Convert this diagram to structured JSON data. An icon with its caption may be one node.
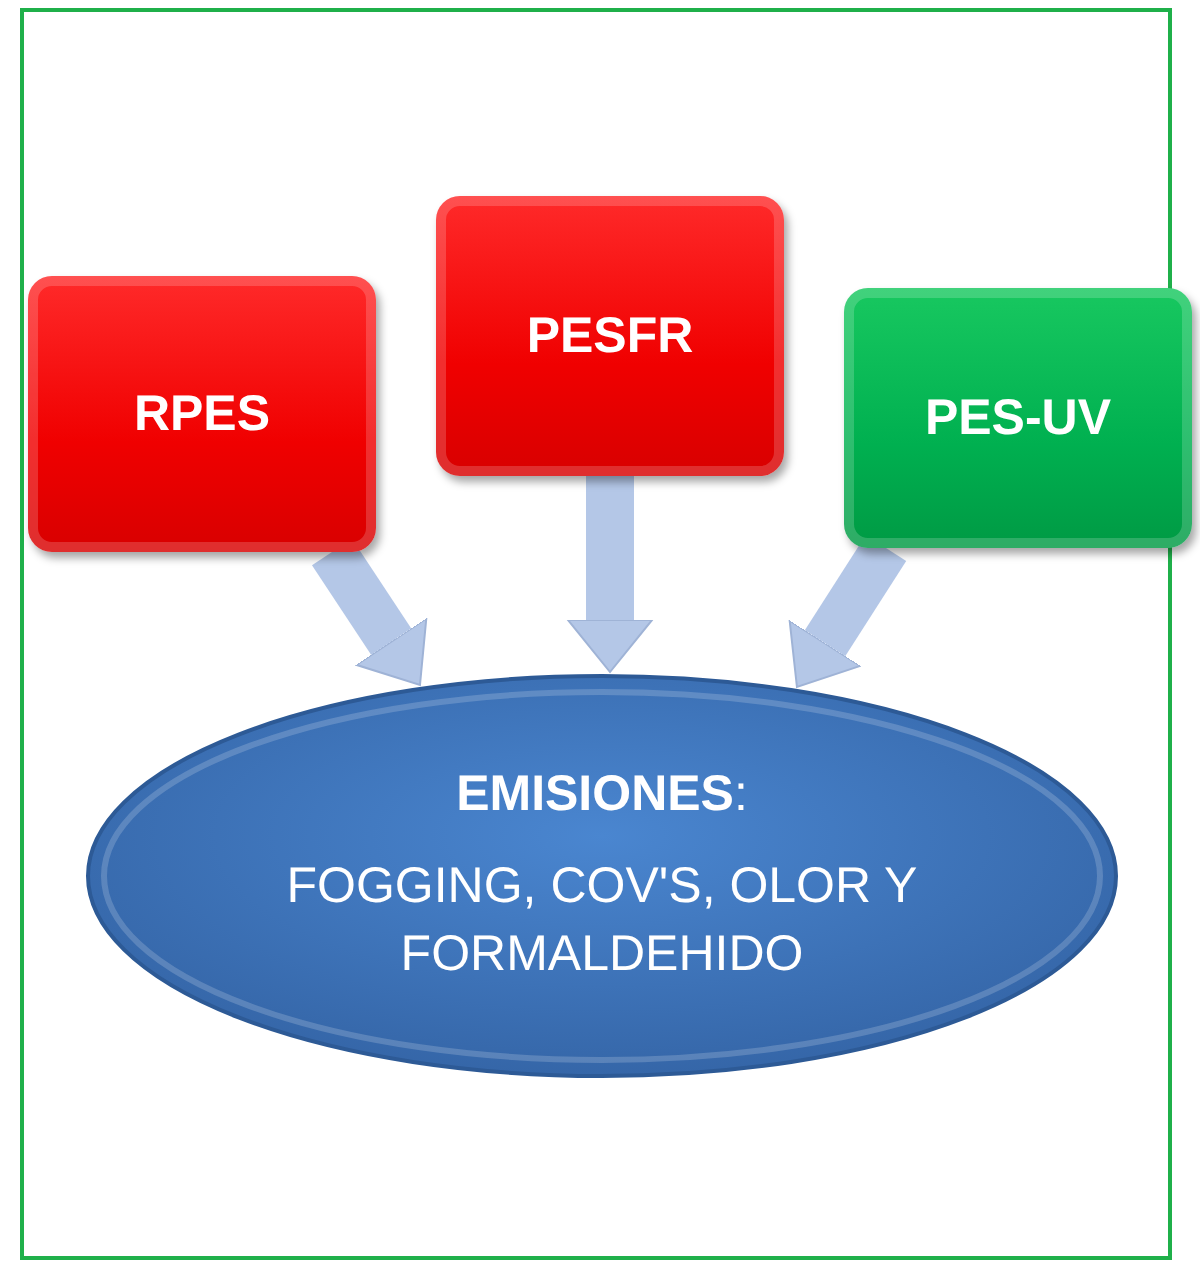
{
  "diagram": {
    "nodes": [
      {
        "text": [
          "RPES"
        ]
      },
      {
        "text": [
          "PESFR"
        ]
      },
      {
        "text": [
          "PES-UV"
        ]
      },
      {
        "text": [
          "**EMISIONES**:",
          "FOGGING, COV'S, OLOR Y FORMALDEHIDO"
        ]
      }
    ],
    "edges": [
      {
        "from": 0,
        "to": 3,
        "arrow": "to"
      },
      {
        "from": 1,
        "to": 3,
        "arrow": "to"
      },
      {
        "from": 2,
        "to": 3,
        "arrow": "to"
      }
    ]
  }
}
